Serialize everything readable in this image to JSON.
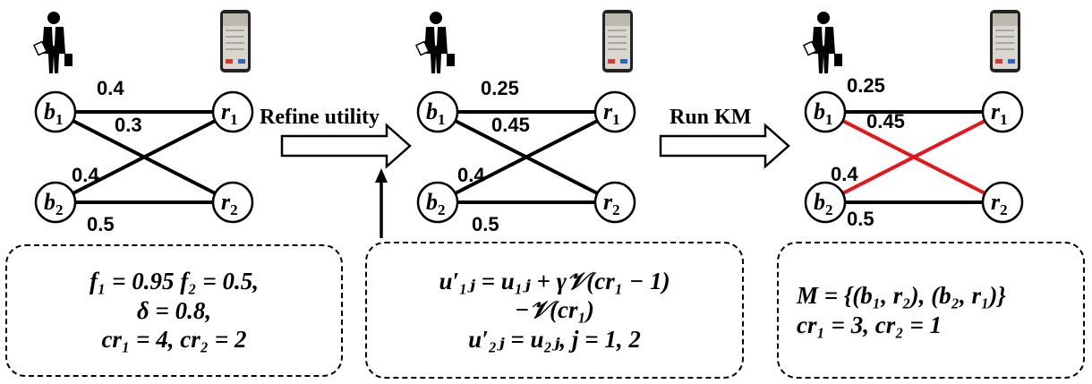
{
  "colors": {
    "edge": "#000000",
    "matched_edge": "#e8141a",
    "phone_screen": "#d9d6cf",
    "phone_accent": "#d33a2f"
  },
  "icons": {
    "person": "businessman-icon",
    "device": "smartphone-icon"
  },
  "nodes": {
    "b1": {
      "base": "b",
      "sub": "1"
    },
    "b2": {
      "base": "b",
      "sub": "2"
    },
    "r1": {
      "base": "r",
      "sub": "1"
    },
    "r2": {
      "base": "r",
      "sub": "2"
    }
  },
  "panels": [
    {
      "weights": {
        "b1r1": "0.4",
        "b1r2": "0.3",
        "b2r1": "0.4",
        "b2r2": "0.5"
      },
      "matched": []
    },
    {
      "weights": {
        "b1r1": "0.25",
        "b1r2": "0.45",
        "b2r1": "0.4",
        "b2r2": "0.5"
      },
      "matched": []
    },
    {
      "weights": {
        "b1r1": "0.25",
        "b1r2": "0.45",
        "b2r1": "0.4",
        "b2r2": "0.5"
      },
      "matched": [
        "b1r2",
        "b2r1"
      ]
    }
  ],
  "arrows": {
    "refine_label": "Refine utility",
    "km_label": "Run KM"
  },
  "boxes": {
    "params": [
      "f₁ = 0.95 f₂ = 0.5,",
      "δ = 0.8,",
      "cr₁ = 4, cr₂ = 2"
    ],
    "refine": [
      "u′₁ⱼ = u₁ⱼ + γ𝒱(cr₁ − 1)",
      "−𝒱(cr₁)",
      "u′₂ⱼ = u₂ⱼ,        j = 1, 2"
    ],
    "result": [
      "M = {(b₁, r₂), (b₂, r₁)}",
      "cr₁ = 3, cr₂ = 1"
    ]
  }
}
